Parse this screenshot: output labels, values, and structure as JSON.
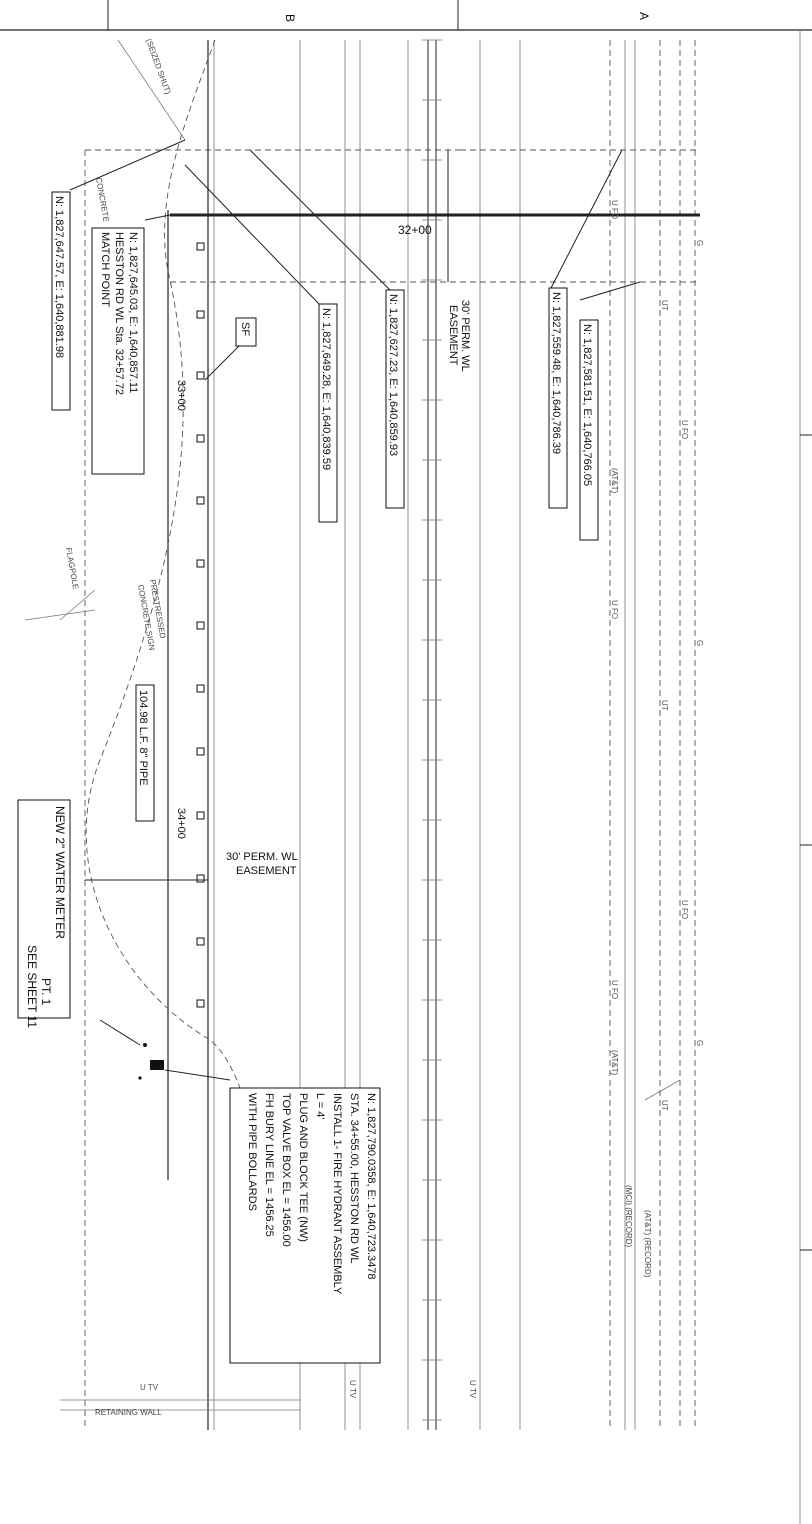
{
  "sheet": {
    "grid_top": [
      "B",
      "A"
    ]
  },
  "labels": {
    "sezed_shut": "(SEIZED SHUT)",
    "concrete": "CONCRETE",
    "flagpole": "FLAGPOLE",
    "prestressed": "PRESTRESSED",
    "concrete_sign": "CONCRETE SIGN",
    "sf": "SF",
    "sta_3200": "32+00",
    "sta_3300": "33+00",
    "sta_3400": "34+00",
    "easement_1_a": "30' PERM. WL",
    "easement_1_b": "EASEMENT",
    "easement_2_a": "30' PERM. WL",
    "easement_2_b": "EASEMENT",
    "att_1": "(AT&T)",
    "att_2": "(AT&T)",
    "mci_record": "(MCI) (RECORD)",
    "att_record": "(AT&T) (RECORD)",
    "retaining_wall": "RETAINING WALL",
    "pipe": "104.98 L.F. 8\" PIPE",
    "coord_1": "N: 1,827,647.57, E: 1,640,881.98",
    "coord_2": "N: 1,827,649.28, E: 1,640,839.59",
    "coord_3": "N: 1,827,627.23, E: 1,640,859.93",
    "coord_4": "N: 1,827,559.48, E: 1,640,786.39",
    "coord_5": "N: 1,827,581.51, E: 1,640,766.05",
    "match_1": "N: 1,827,645.03, E: 1,640,857.11",
    "match_2": "HESSTON RD WL Sta. 32+57.72",
    "match_3": "MATCH POINT",
    "meter_1": "NEW 2\" WATER METER",
    "meter_2": "PT. 1",
    "meter_3": "SEE SHEET 11",
    "hyd_1": "N: 1,827,790.0358, E: 1,640,723.3478",
    "hyd_2": "STA. 34+55.00, HESSTON RD WL",
    "hyd_3": "INSTALL 1- FIRE HYDRANT ASSEMBLY",
    "hyd_4": "L = 4'",
    "hyd_5": "PLUG AND BLOCK TEE (NW)",
    "hyd_6": "TOP VALVE BOX EL = 1456.00",
    "hyd_7": "FH BURY LINE EL = 1456.25",
    "hyd_8": "WITH PIPE BOLLARDS"
  },
  "utility_codes": [
    "U FO",
    "UT",
    "G",
    "U TV"
  ]
}
